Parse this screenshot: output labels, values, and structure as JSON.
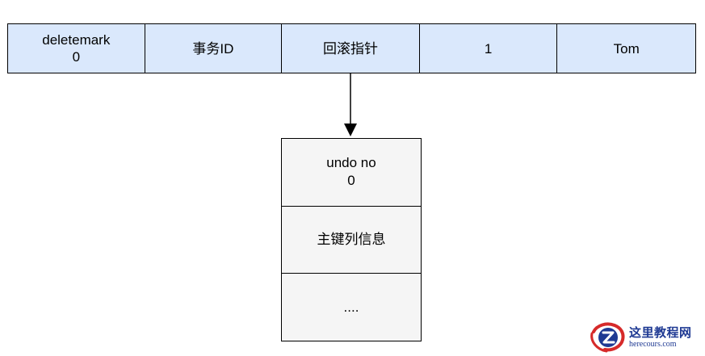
{
  "record": {
    "cells": [
      {
        "line1": "deletemark",
        "line2": "0"
      },
      {
        "line1": "事务ID",
        "line2": ""
      },
      {
        "line1": "回滚指针",
        "line2": ""
      },
      {
        "line1": "1",
        "line2": ""
      },
      {
        "line1": "Tom",
        "line2": ""
      }
    ]
  },
  "undo_log": {
    "cells": [
      {
        "line1": "undo no",
        "line2": "0"
      },
      {
        "line1": "主键列信息",
        "line2": ""
      },
      {
        "line1": "....",
        "line2": ""
      }
    ]
  },
  "watermark": {
    "title": "这里教程网",
    "url": "herecours.com"
  },
  "colors": {
    "cell_fill": "#dae8fc",
    "cell_border": "#000000",
    "undo_fill": "#f5f5f5",
    "arrow": "#000000",
    "watermark_blue": "#1f3a93",
    "watermark_red": "#d62a2a"
  }
}
